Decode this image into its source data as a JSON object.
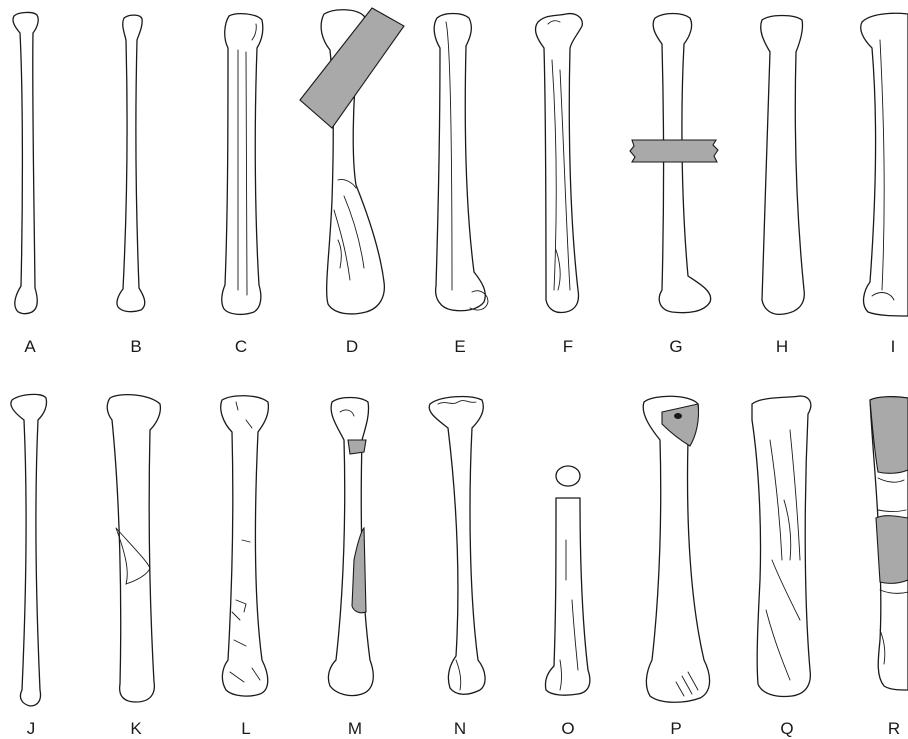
{
  "figure": {
    "specimens": [
      {
        "label": "A",
        "row": 1
      },
      {
        "label": "B",
        "row": 1
      },
      {
        "label": "C",
        "row": 1
      },
      {
        "label": "D",
        "row": 1
      },
      {
        "label": "E",
        "row": 1
      },
      {
        "label": "F",
        "row": 1
      },
      {
        "label": "G",
        "row": 1
      },
      {
        "label": "H",
        "row": 1
      },
      {
        "label": "I",
        "row": 1
      },
      {
        "label": "J",
        "row": 2
      },
      {
        "label": "K",
        "row": 2
      },
      {
        "label": "L",
        "row": 2
      },
      {
        "label": "M",
        "row": 2
      },
      {
        "label": "N",
        "row": 2
      },
      {
        "label": "O",
        "row": 2
      },
      {
        "label": "P",
        "row": 2
      },
      {
        "label": "Q",
        "row": 2
      },
      {
        "label": "R",
        "row": 2
      }
    ],
    "colors": {
      "outline": "#1a1a1a",
      "tape_fill": "#a9a9a9",
      "background": "#ffffff"
    }
  }
}
